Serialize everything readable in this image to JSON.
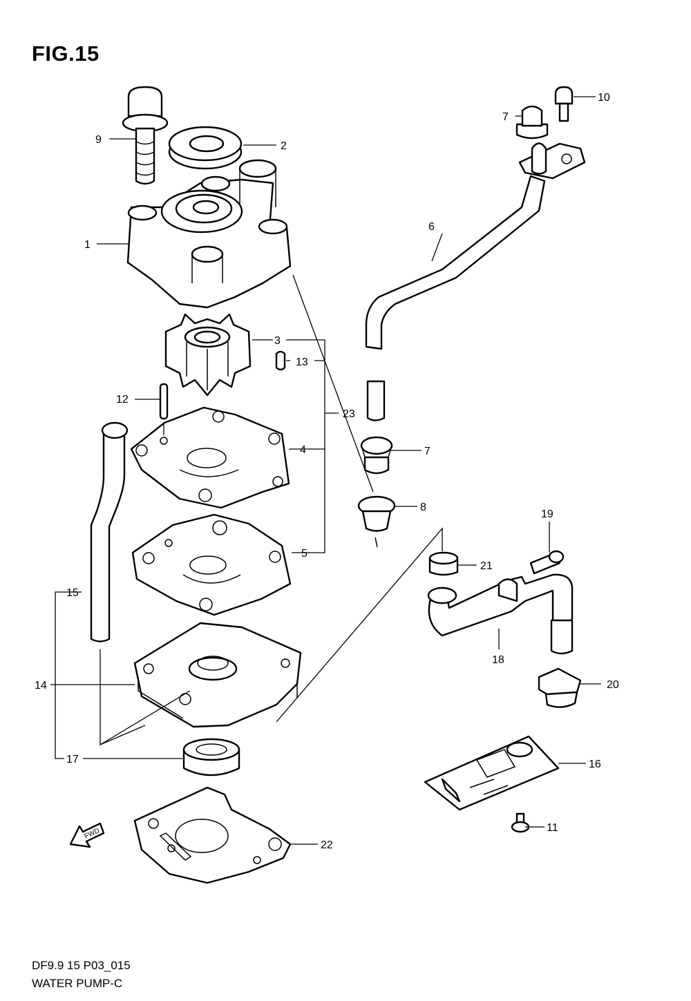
{
  "title": "FIG.15",
  "footer": {
    "code": "DF9.9 15 P03_015",
    "name": "WATER PUMP-C"
  },
  "fwd_label": "FWD",
  "callouts": [
    "1",
    "2",
    "3",
    "4",
    "5",
    "6",
    "7",
    "7",
    "8",
    "9",
    "10",
    "11",
    "12",
    "13",
    "14",
    "15",
    "16",
    "17",
    "18",
    "19",
    "20",
    "21",
    "22",
    "23"
  ]
}
